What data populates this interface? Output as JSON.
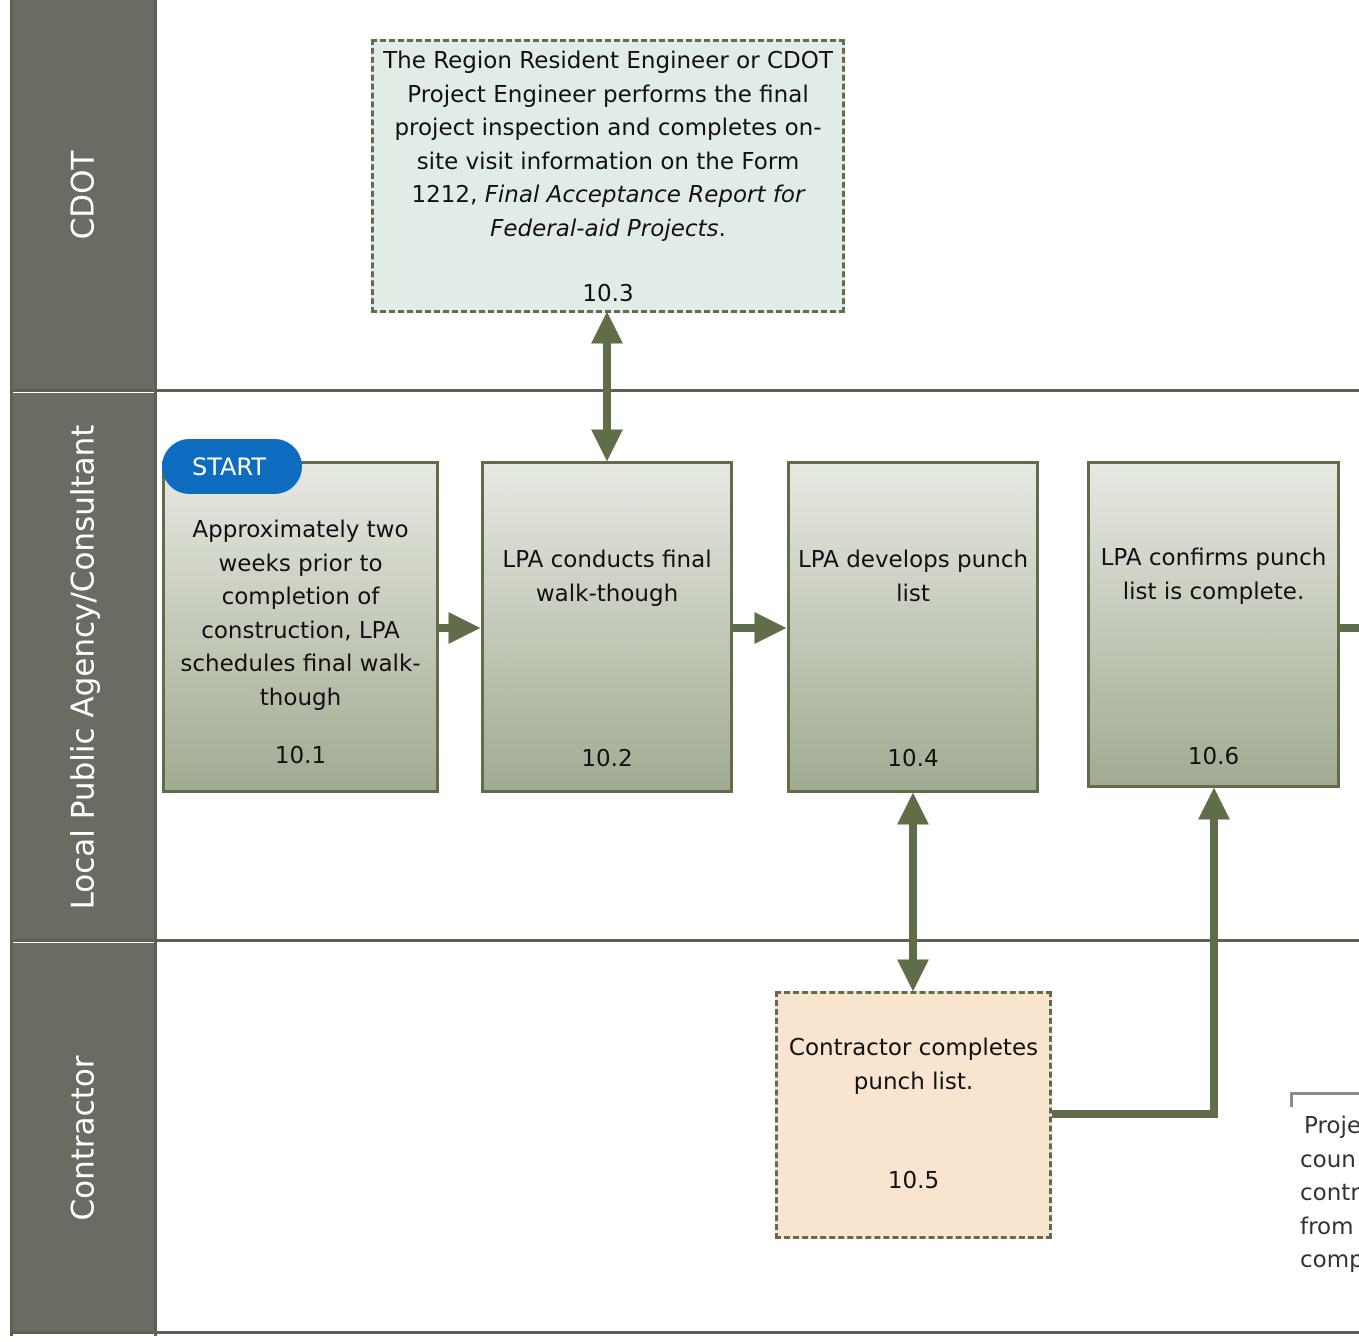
{
  "lanes": [
    {
      "id": "cdot",
      "label": "CDOT"
    },
    {
      "id": "lpa",
      "label": "Local Public Agency/Consultant"
    },
    {
      "id": "contractor",
      "label": "Contractor"
    }
  ],
  "start_label": "START",
  "steps": {
    "s10_1": {
      "lines": [
        "Approximately two",
        "weeks prior to",
        "completion of",
        "construction, LPA",
        "schedules final walk-",
        "though"
      ],
      "number": "10.1"
    },
    "s10_2": {
      "lines": [
        "LPA conducts final",
        "walk-though"
      ],
      "number": "10.2"
    },
    "s10_3": {
      "line1": "The Region Resident Engineer or CDOT",
      "line2": "Project Engineer performs the final",
      "line3": "project inspection and completes on-",
      "line4": "site visit information on the Form",
      "line5_plain": "1212, ",
      "line5_italic": "Final Acceptance Report for",
      "line6_italic": "Federal-aid Projects",
      "line6_end": ".",
      "number": "10.3"
    },
    "s10_4": {
      "lines": [
        "LPA develops punch",
        "list"
      ],
      "number": "10.4"
    },
    "s10_5": {
      "lines": [
        "Contractor completes",
        "punch list."
      ],
      "number": "10.5"
    },
    "s10_6": {
      "lines": [
        "LPA confirms punch",
        "list is complete."
      ],
      "number": "10.6"
    }
  },
  "note_lines": [
    "Proje",
    "coun",
    "contr",
    "from",
    "comp"
  ],
  "colors": {
    "lane_band": "#6b6b63",
    "connector": "#5f6e48",
    "start_pill": "#0e6cc0",
    "cdot_box": "#e2ece6",
    "contractor_box": "#f9e4cf"
  }
}
